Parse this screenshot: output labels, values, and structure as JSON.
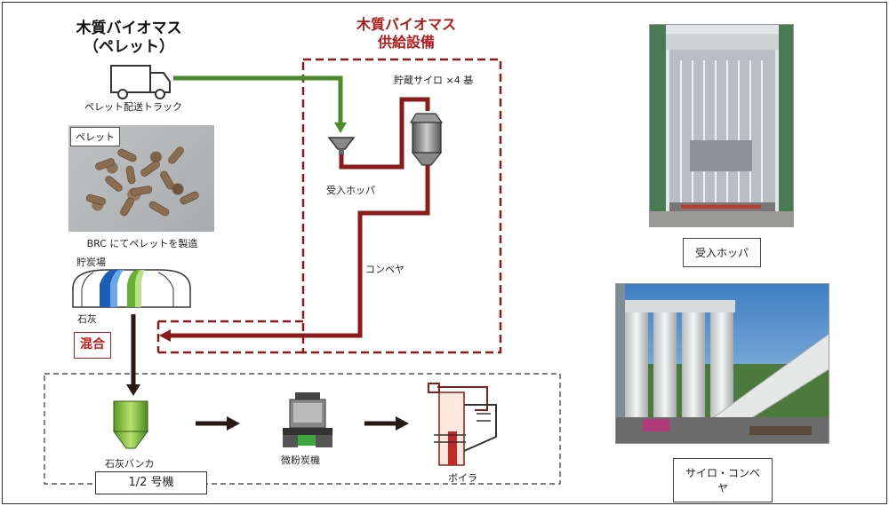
{
  "title": {
    "line1": "木質バイオマス",
    "line2": "（ペレット）"
  },
  "supply_facility": {
    "line1": "木質バイオマス",
    "line2": "供給設備"
  },
  "labels": {
    "truck": "ペレット配送トラック",
    "pellet_tag": "ペレット",
    "pellet_caption": "BRC にてペレットを製造",
    "coal_yard": "貯炭場",
    "lime": "石灰",
    "mix": "混合",
    "silo": "貯蔵サイロ ×4 基",
    "hopper": "受入ホッパ",
    "conveyor": "コンベヤ",
    "lime_bunker": "石灰バンカ",
    "mill": "微粉炭機",
    "boiler": "ボイラ",
    "unit": "1/2 号機"
  },
  "photo_captions": {
    "hopper": "受入ホッパ",
    "silo_conveyor": "サイロ・コンベヤ"
  },
  "colors": {
    "green_flow": "#4a8a2a",
    "red_flow": "#8b1a1a",
    "red_text": "#b01c1c",
    "dark_arrow": "#2a1a14"
  }
}
